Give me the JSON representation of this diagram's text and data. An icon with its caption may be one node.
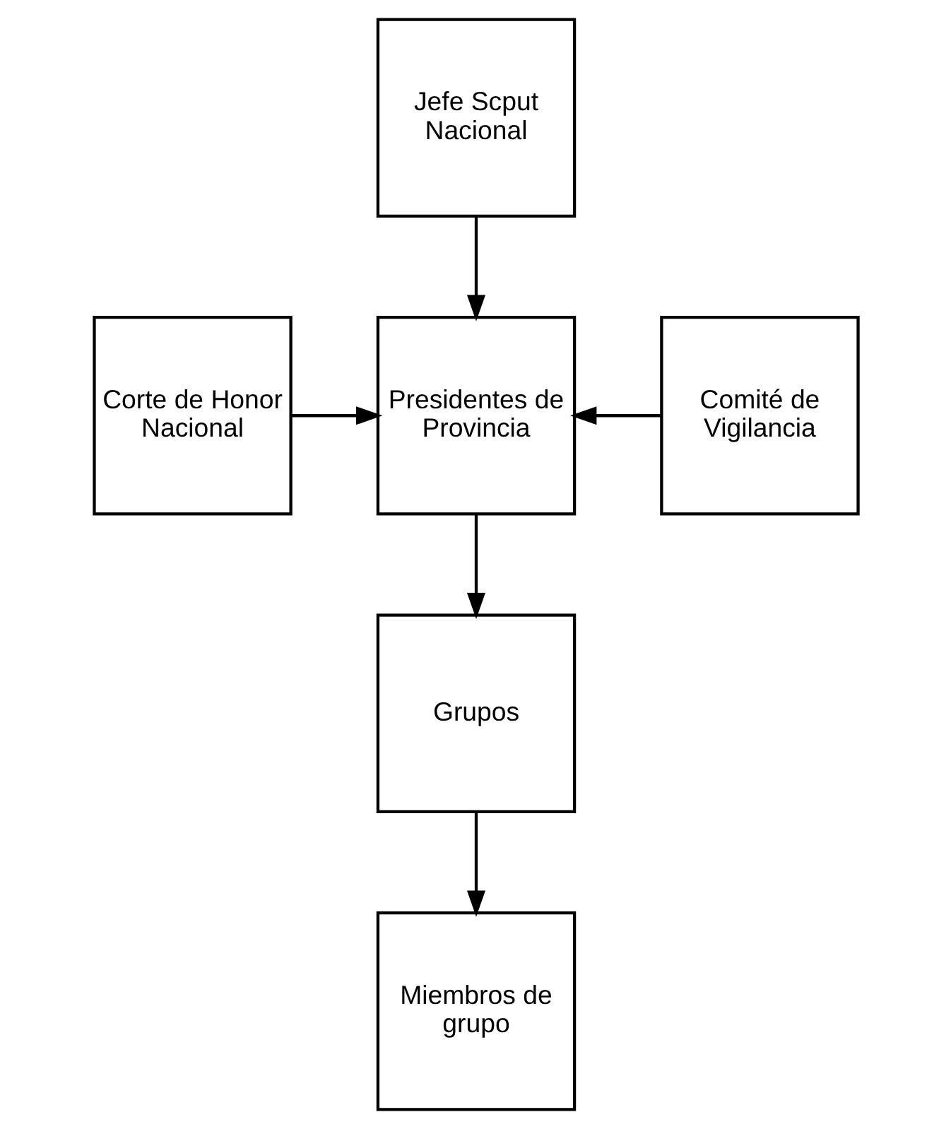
{
  "diagram": {
    "nodes": [
      {
        "text": [
          "Jefe Scput Nacional"
        ]
      },
      {
        "text": [
          "Corte de Honor Nacional"
        ]
      },
      {
        "text": [
          "Presidentes de Provincia"
        ]
      },
      {
        "text": [
          "Comité de Vigilancia"
        ]
      },
      {
        "text": [
          "Grupos"
        ]
      },
      {
        "text": [
          "Miembros de grupo"
        ]
      }
    ],
    "edges": [
      {
        "from": 0,
        "to": 2,
        "arrow": "to"
      },
      {
        "from": 1,
        "to": 2,
        "arrow": "to"
      },
      {
        "from": 3,
        "to": 2,
        "arrow": "to"
      },
      {
        "from": 2,
        "to": 4,
        "arrow": "to"
      },
      {
        "from": 4,
        "to": 5,
        "arrow": "to"
      }
    ]
  }
}
